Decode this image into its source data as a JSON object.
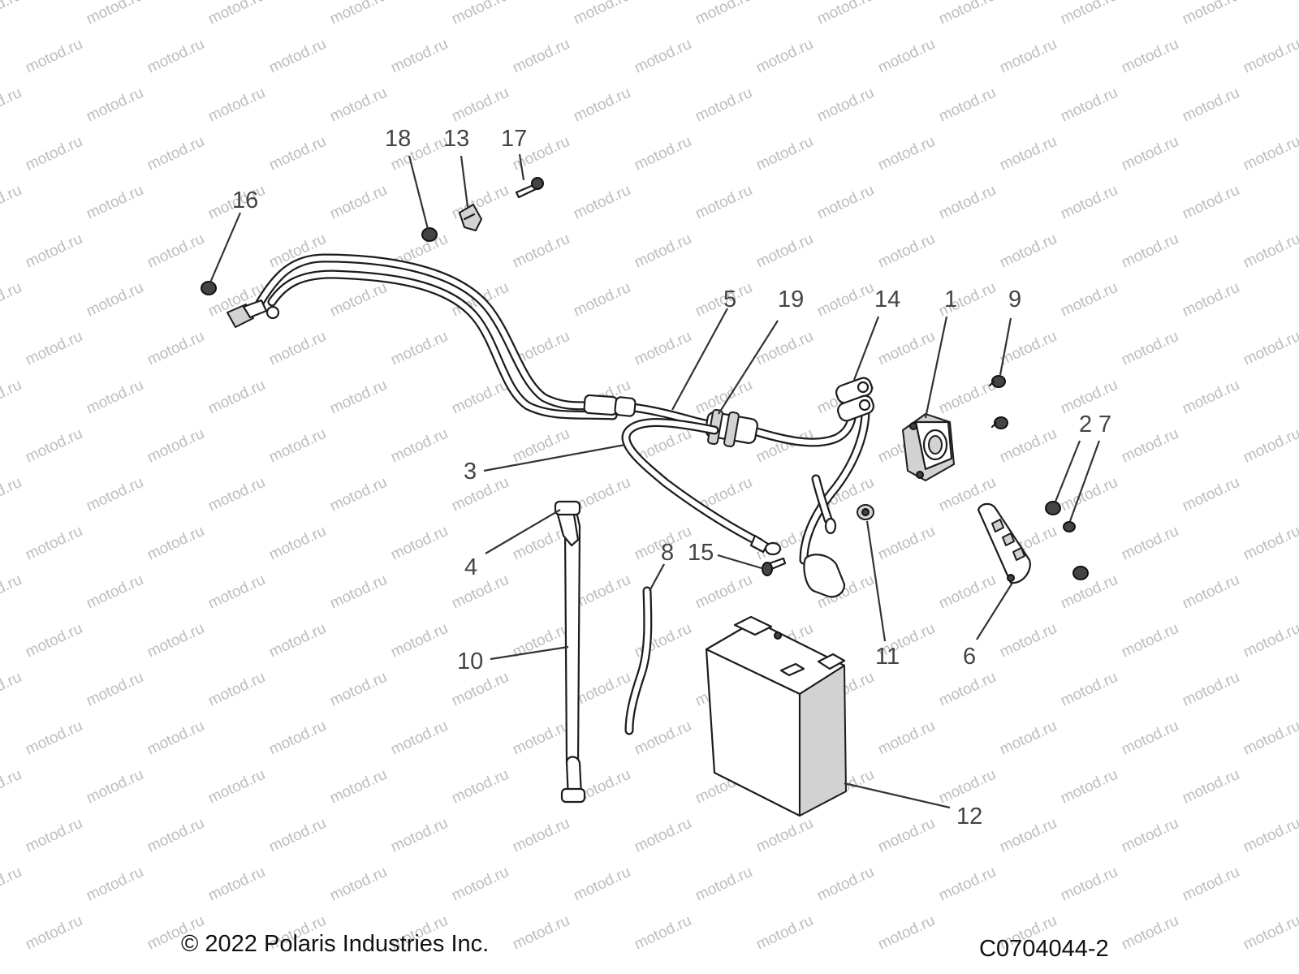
{
  "watermark": {
    "text": "motod.ru"
  },
  "callouts": [
    {
      "id": "16",
      "label": "16"
    },
    {
      "id": "18",
      "label": "18"
    },
    {
      "id": "13",
      "label": "13"
    },
    {
      "id": "17",
      "label": "17"
    },
    {
      "id": "5",
      "label": "5"
    },
    {
      "id": "19",
      "label": "19"
    },
    {
      "id": "14",
      "label": "14"
    },
    {
      "id": "1",
      "label": "1"
    },
    {
      "id": "9",
      "label": "9"
    },
    {
      "id": "2",
      "label": "2"
    },
    {
      "id": "7",
      "label": "7"
    },
    {
      "id": "3",
      "label": "3"
    },
    {
      "id": "4",
      "label": "4"
    },
    {
      "id": "8",
      "label": "8"
    },
    {
      "id": "15",
      "label": "15"
    },
    {
      "id": "11",
      "label": "11"
    },
    {
      "id": "6",
      "label": "6"
    },
    {
      "id": "10",
      "label": "10"
    },
    {
      "id": "12",
      "label": "12"
    }
  ],
  "footer": {
    "copyright": "© 2022 Polaris Industries Inc.",
    "figure_id": "C0704044-2"
  }
}
